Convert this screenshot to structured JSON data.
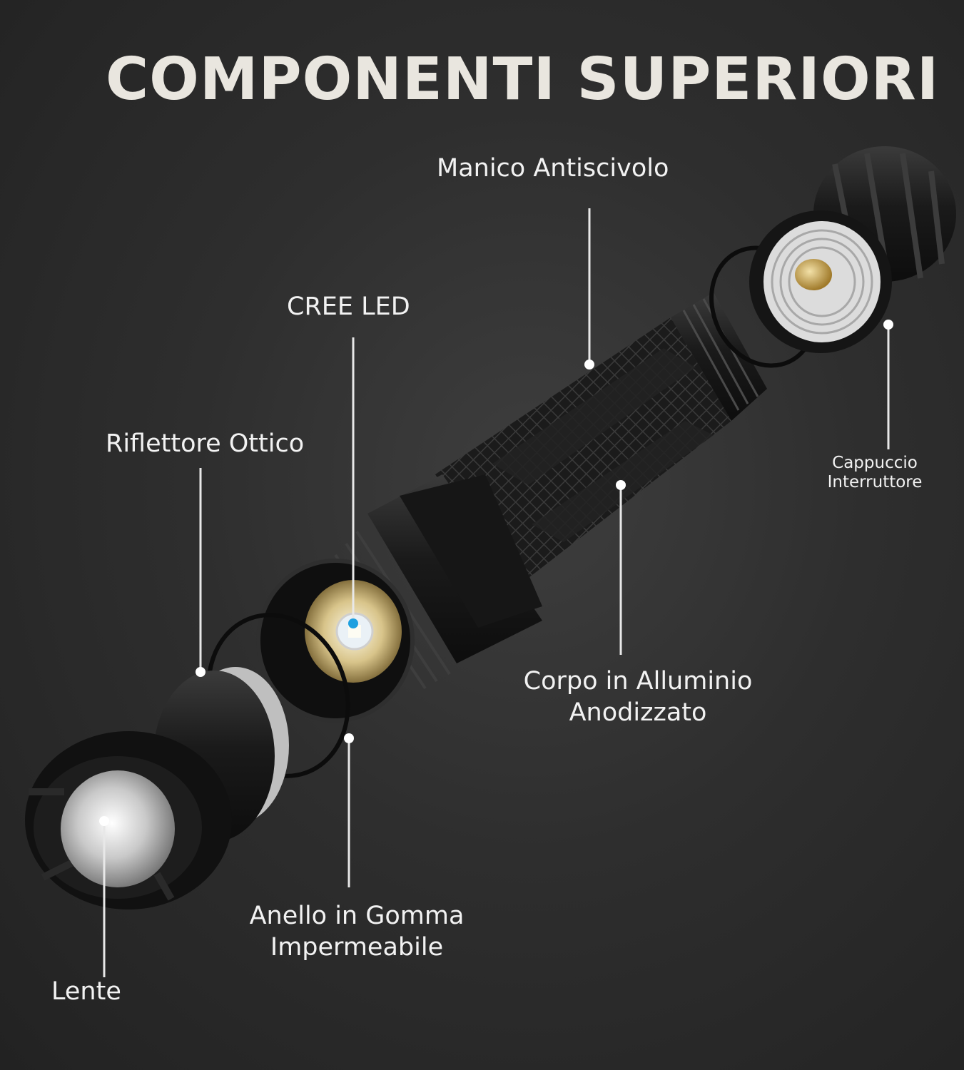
{
  "title": "COMPONENTI SUPERIORI",
  "labels": {
    "manico": "Manico Antiscivolo",
    "cree": "CREE LED",
    "riflettore": "Riflettore Ottico",
    "cappuccio_1": "Cappuccio",
    "cappuccio_2": "Interruttore",
    "corpo_1": "Corpo in Alluminio",
    "corpo_2": "Anodizzato",
    "anello_1": "Anello in Gomma",
    "anello_2": "Impermeabile",
    "lente": "Lente"
  },
  "colors": {
    "text": "#f2f2f2",
    "title": "#e9e6df",
    "background": "#2e2e2e",
    "metal_dark": "#141414",
    "brass": "#c9a24a"
  }
}
